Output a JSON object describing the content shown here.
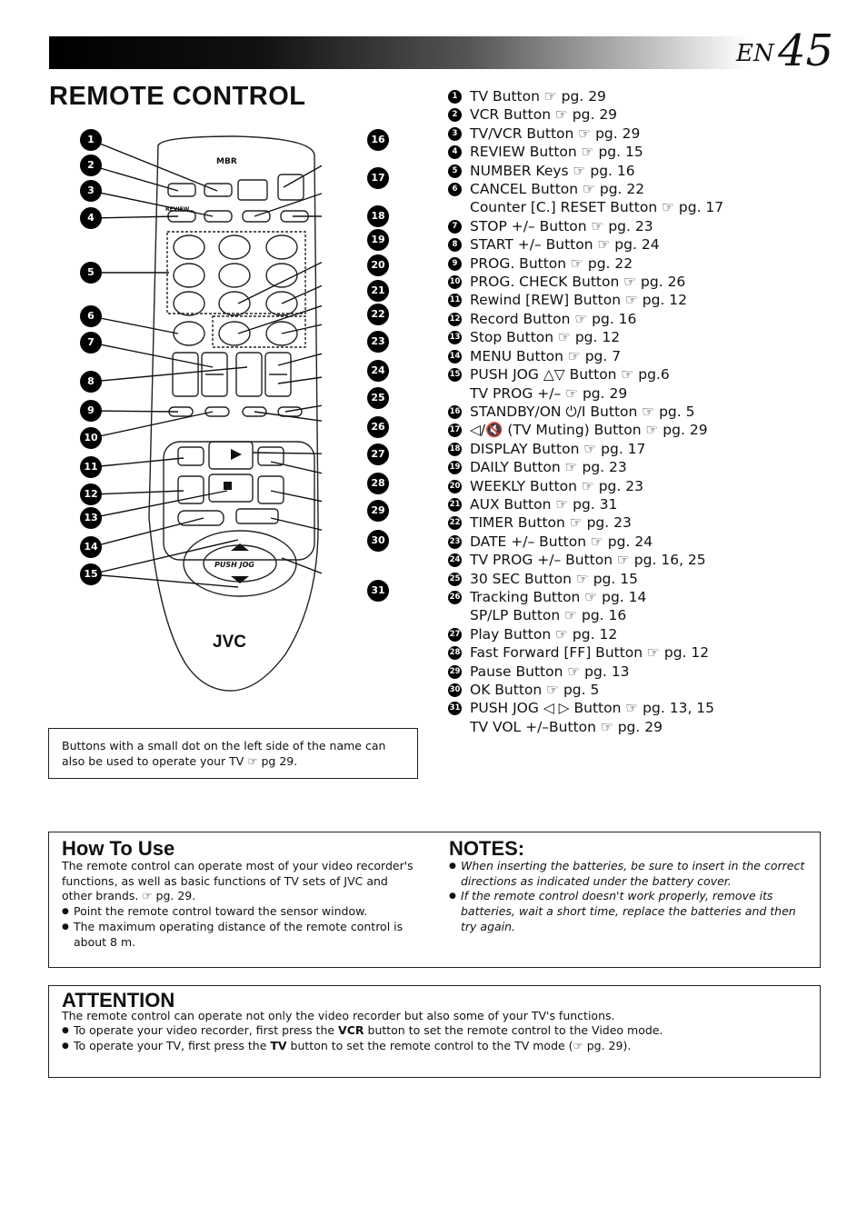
{
  "header": {
    "en": "EN",
    "page_number": "45"
  },
  "title": "REMOTE CONTROL",
  "items": [
    {
      "n": "1",
      "text": "TV Button ☞ pg. 29"
    },
    {
      "n": "2",
      "text": "VCR Button ☞ pg. 29"
    },
    {
      "n": "3",
      "text": "TV/VCR Button ☞ pg. 29"
    },
    {
      "n": "4",
      "text": "REVIEW Button ☞ pg. 15"
    },
    {
      "n": "5",
      "text": "NUMBER Keys ☞ pg. 16"
    },
    {
      "n": "6",
      "text": "CANCEL Button ☞ pg. 22",
      "cont": "Counter [C.] RESET Button ☞ pg. 17"
    },
    {
      "n": "7",
      "text": "STOP +/– Button ☞ pg. 23"
    },
    {
      "n": "8",
      "text": "START +/– Button ☞ pg. 24"
    },
    {
      "n": "9",
      "text": "PROG. Button ☞ pg. 22"
    },
    {
      "n": "10",
      "text": "PROG. CHECK Button ☞ pg. 26"
    },
    {
      "n": "11",
      "text": "Rewind [REW] Button ☞ pg. 12"
    },
    {
      "n": "12",
      "text": "Record Button ☞ pg. 16"
    },
    {
      "n": "13",
      "text": "Stop Button ☞ pg. 12"
    },
    {
      "n": "14",
      "text": "MENU Button ☞ pg. 7"
    },
    {
      "n": "15",
      "text": "PUSH JOG △▽ Button ☞ pg.6",
      "cont": "TV PROG +/– ☞ pg. 29"
    },
    {
      "n": "16",
      "text": "STANDBY/ON ⏻/I Button ☞ pg. 5"
    },
    {
      "n": "17",
      "text": "◁/🔇 (TV Muting) Button ☞ pg. 29"
    },
    {
      "n": "18",
      "text": "DISPLAY Button ☞ pg. 17"
    },
    {
      "n": "19",
      "text": "DAILY Button ☞ pg. 23"
    },
    {
      "n": "20",
      "text": "WEEKLY Button ☞ pg. 23"
    },
    {
      "n": "21",
      "text": "AUX Button ☞ pg. 31"
    },
    {
      "n": "22",
      "text": "TIMER Button ☞ pg. 23"
    },
    {
      "n": "23",
      "text": "DATE +/– Button ☞ pg. 24"
    },
    {
      "n": "24",
      "text": "TV PROG +/– Button ☞ pg. 16, 25"
    },
    {
      "n": "25",
      "text": "30 SEC Button ☞ pg. 15"
    },
    {
      "n": "26",
      "text": "Tracking Button ☞ pg. 14",
      "cont": "SP/LP Button ☞ pg. 16"
    },
    {
      "n": "27",
      "text": "Play Button ☞ pg. 12"
    },
    {
      "n": "28",
      "text": "Fast Forward [FF] Button ☞ pg. 12"
    },
    {
      "n": "29",
      "text": "Pause Button ☞ pg. 13"
    },
    {
      "n": "30",
      "text": "OK Button ☞ pg. 5"
    },
    {
      "n": "31",
      "text": "PUSH JOG ◁ ▷ Button ☞ pg. 13, 15",
      "cont": "TV VOL +/–Button ☞ pg. 29"
    }
  ],
  "remote": {
    "brand": "JVC",
    "top_logo": "MBR",
    "review_label": "REVIEW",
    "jog_label": "PUSH JOG"
  },
  "dot_note": "Buttons with a small dot on the left side of the name can also be used to operate your TV ☞ pg 29.",
  "how_to_use": {
    "title": "How To Use",
    "intro": "The remote control can operate most of your video recorder's functions, as well as basic functions of TV sets of JVC and other brands. ☞ pg. 29.",
    "bullets": [
      "Point the remote control toward the sensor window.",
      "The maximum operating distance of the remote control is about 8 m."
    ]
  },
  "notes": {
    "title": "NOTES:",
    "bullets": [
      "When inserting the batteries, be sure to insert in the correct directions as indicated under the battery cover.",
      "If the remote control doesn't work properly, remove its batteries, wait a short time, replace the batteries and then try again."
    ]
  },
  "attention": {
    "title": "ATTENTION",
    "intro": "The remote control can operate not only the video recorder but also some of your TV's functions.",
    "b1_pre": "To operate your video recorder, first press the ",
    "b1_key": "VCR",
    "b1_post": " button to set the remote control to the Video mode.",
    "b2_pre": "To operate your TV, first press the ",
    "b2_key": "TV",
    "b2_post": " button to set the remote control to the TV mode (☞ pg. 29)."
  }
}
